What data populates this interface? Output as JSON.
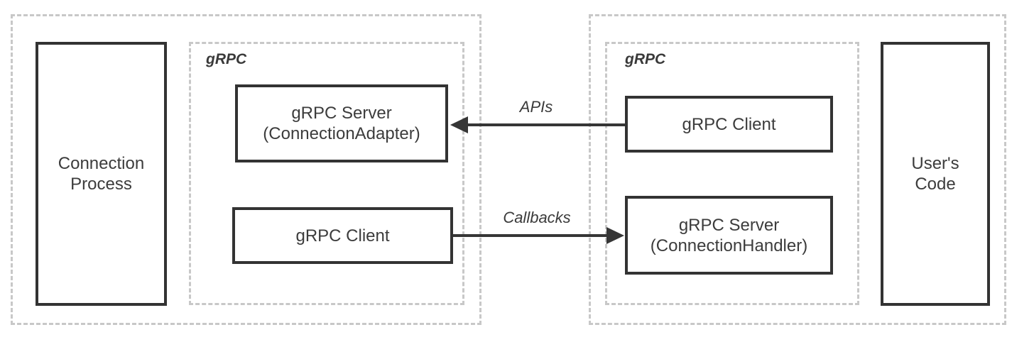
{
  "colors": {
    "background": "#ffffff",
    "box_border": "#333333",
    "dashed_border": "#c8c8c8",
    "text": "#3c3c3c",
    "arrow": "#363636"
  },
  "left_group": {
    "process_box": {
      "line1": "Connection",
      "line2": "Process"
    },
    "grpc_container": {
      "label": "gRPC",
      "server_box": {
        "line1": "gRPC Server",
        "line2": "(ConnectionAdapter)"
      },
      "client_box": {
        "label": "gRPC Client"
      }
    }
  },
  "right_group": {
    "grpc_container": {
      "label": "gRPC",
      "client_box": {
        "label": "gRPC Client"
      },
      "server_box": {
        "line1": "gRPC Server",
        "line2": "(ConnectionHandler)"
      }
    },
    "code_box": {
      "line1": "User's",
      "line2": "Code"
    }
  },
  "arrows": [
    {
      "label": "APIs",
      "direction": "left",
      "from": "right gRPC Client",
      "to": "gRPC Server (ConnectionAdapter)"
    },
    {
      "label": "Callbacks",
      "direction": "right",
      "from": "left gRPC Client",
      "to": "gRPC Server (ConnectionHandler)"
    }
  ]
}
